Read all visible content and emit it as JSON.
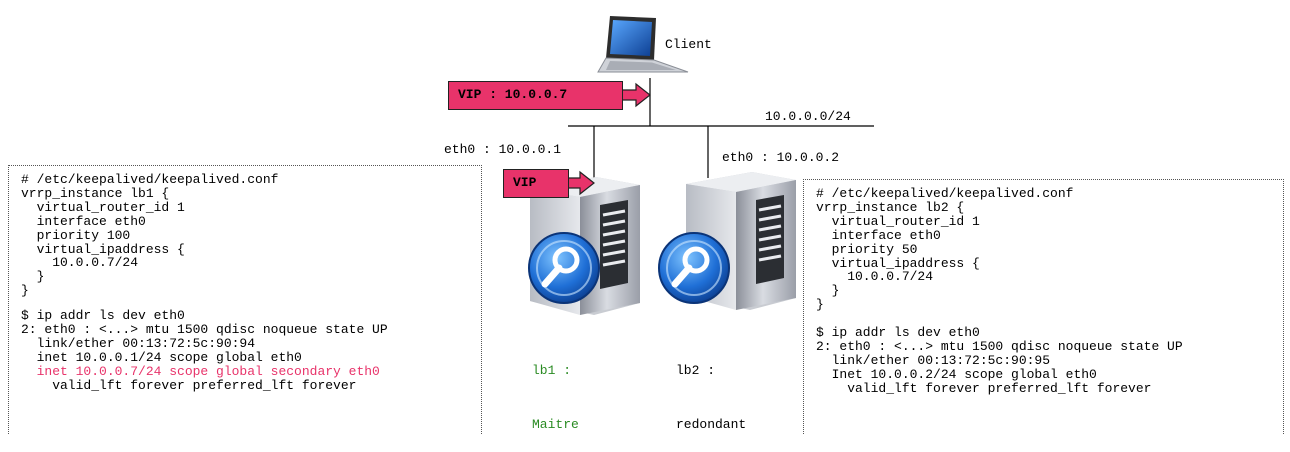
{
  "network": {
    "client_label": "Client",
    "subnet_label": "10.0.0.0/24",
    "vip_main_label": "VIP : 10.0.0.7",
    "vip_small_label": "VIP",
    "eth0_lb1": "eth0 : 10.0.0.1",
    "eth0_lb2": "eth0 : 10.0.0.2"
  },
  "nodes": {
    "lb1": {
      "name": "lb1 :",
      "role": "Maitre",
      "role_color": "#2a8b23"
    },
    "lb2": {
      "name": "lb2 :",
      "role": "redondant"
    }
  },
  "colors": {
    "vip_fill": "#e8336a",
    "highlight_text": "#e8336a",
    "master_text": "#2a8b23"
  },
  "left_config": {
    "lines": [
      "# /etc/keepalived/keepalived.conf",
      "vrrp_instance lb1 {",
      "  virtual_router_id 1",
      "  interface eth0",
      "  priority 100",
      "  virtual_ipaddress {",
      "    10.0.0.7/24",
      "  }",
      "}"
    ],
    "cmd_lines": [
      "$ ip addr ls dev eth0",
      "2: eth0 : <...> mtu 1500 qdisc noqueue state UP",
      "  link/ether 00:13:72:5c:90:94",
      "  inet 10.0.0.1/24 scope global eth0",
      "  inet 10.0.0.7/24 scope global secondary eth0",
      "    valid_lft forever preferred_lft forever"
    ]
  },
  "right_config": {
    "lines": [
      "# /etc/keepalived/keepalived.conf",
      "vrrp_instance lb2 {",
      "  virtual_router_id 1",
      "  interface eth0",
      "  priority 50",
      "  virtual_ipaddress {",
      "    10.0.0.7/24",
      "  }",
      "}"
    ],
    "cmd_lines": [
      "$ ip addr ls dev eth0",
      "2: eth0 : <...> mtu 1500 qdisc noqueue state UP",
      "  link/ether 00:13:72:5c:90:95",
      "  Inet 10.0.0.2/24 scope global eth0",
      "    valid_lft forever preferred_lft forever"
    ]
  }
}
